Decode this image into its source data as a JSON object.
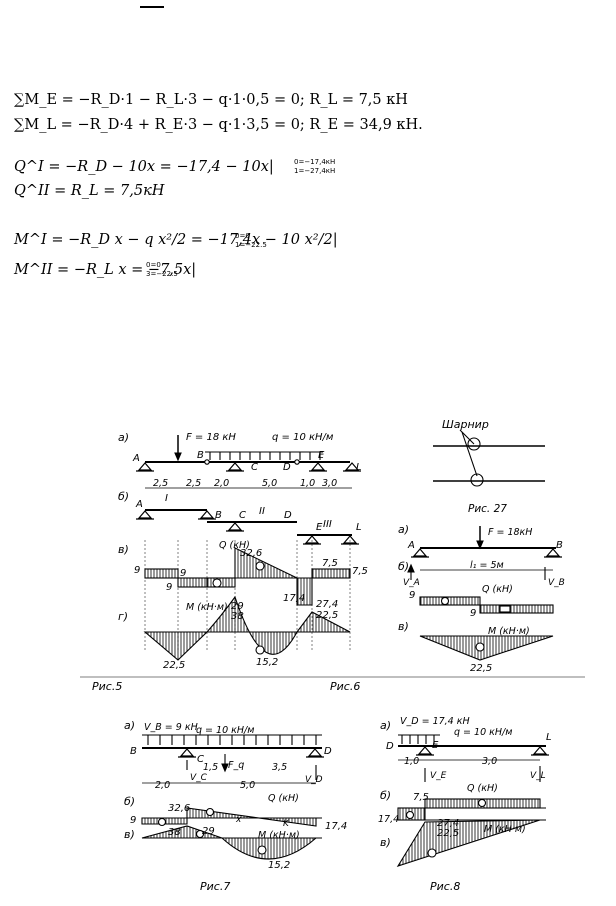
{
  "equations": {
    "moment_e": "∑M_E = −R_D·1 − R_L·3 − q·1·0,5 = 0; R_L = 7,5 кН",
    "moment_l": "∑M_L = −R_D·4 + R_E·3 − q·1·3,5 = 0; R_E = 34,9 кН.",
    "shear_1": "Q^I = −R_D − 10x = −17,4 − 10x|",
    "shear_1_lims": [
      "0=−17,4кН",
      "1=−27,4кН"
    ],
    "shear_2": "Q^II = R_L = 7,5кН",
    "moment_1": "M^I = −R_D x − q x²/2 = −17,4x − 10 x²/2|",
    "moment_1_lims": [
      "0=0",
      "1=−22.5"
    ],
    "moment_2": "M^II = −R_L x = −7,5x|",
    "moment_2_lims": [
      "0=0",
      "3=−22.5"
    ]
  },
  "fig5": {
    "a": "а)",
    "b": "б)",
    "v": "в)",
    "g": "г)",
    "force": "F = 18 кН",
    "load": "q = 10 кН/м",
    "supports": [
      "A",
      "B",
      "C",
      "D",
      "E",
      "L"
    ],
    "dims": [
      "2,5",
      "2,5",
      "2,0",
      "5,0",
      "1,0",
      "3,0"
    ],
    "parts": [
      "I",
      "II",
      "III"
    ],
    "q_title": "Q (кН)",
    "m_title": "M (кН·м)",
    "values": [
      "9",
      "9",
      "9",
      "32,6",
      "17,4",
      "7,5",
      "7,5",
      "29",
      "38",
      "27,4",
      "22,5",
      "22,5",
      "15,2"
    ],
    "caption": "Рис.5"
  },
  "fig6": {
    "a": "а)",
    "b": "б)",
    "v": "в)",
    "force": "F = 18кН",
    "A": "A",
    "B": "B",
    "VA": "V_A",
    "VB": "V_B",
    "span": "l₁ = 5м",
    "q_title": "Q (кН)",
    "m_title": "M (кН·м)",
    "values": [
      "9",
      "9",
      "22,5"
    ],
    "caption": "Рис.6"
  },
  "fig27": {
    "label": "Шарнир",
    "caption": "Рис. 27"
  },
  "fig7": {
    "a": "а)",
    "b": "б)",
    "v": "в)",
    "vb": "V_B = 9 кН",
    "load": "q = 10 кН/м",
    "B": "B",
    "C": "C",
    "D": "D",
    "Fq": "F_q",
    "VC": "V_C",
    "VD": "V_D",
    "dims": [
      "1,5",
      "3,5",
      "2,0",
      "5,0"
    ],
    "q_title": "Q (кН)",
    "m_title": "M (кН·м)",
    "values": [
      "32,6",
      "9",
      "17,4",
      "38",
      "29",
      "15,2"
    ],
    "x": "x",
    "k": "K",
    "caption": "Рис.7"
  },
  "fig8": {
    "a": "а)",
    "b": "б)",
    "v": "в)",
    "vd": "V_D = 17,4 кН",
    "load": "q = 10 кН/м",
    "D": "D",
    "E": "E",
    "L": "L",
    "VE": "V_E",
    "VL": "V_L",
    "dims": [
      "1,0",
      "3,0"
    ],
    "q_title": "Q (кН)",
    "m_title": "M (кН·м)",
    "values": [
      "7,5",
      "17,4",
      "27,4",
      "22,5"
    ],
    "caption": "Рис.8"
  }
}
